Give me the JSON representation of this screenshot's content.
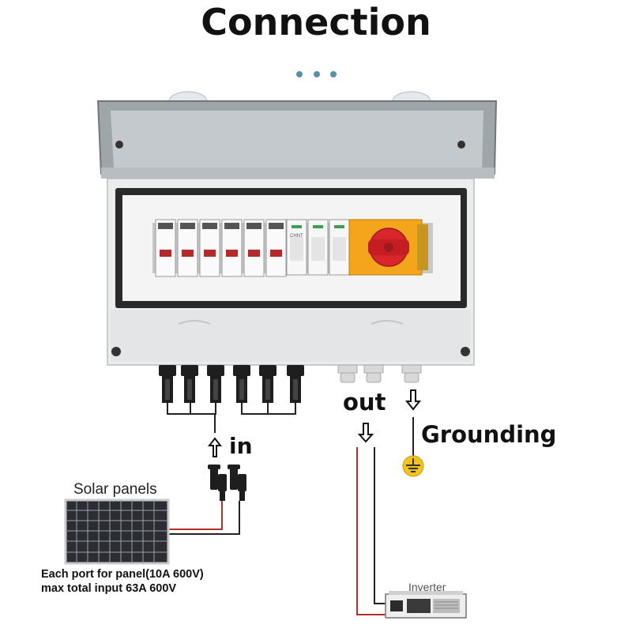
{
  "title": "Connection",
  "labels": {
    "in": "in",
    "out": "out",
    "grounding": "Grounding",
    "solar_panels": "Solar panels",
    "inverter": "Inverter"
  },
  "notes": [
    "Each port for panel(10A 600V)",
    "max total input 63A 600V"
  ],
  "device_texts": {
    "breaker_brand": "CHNT"
  },
  "colors": {
    "dot": "#5b8fa6",
    "isolator_body": "#f3a51c",
    "isolator_knob": "#d9252c",
    "ground_symbol": "#f2c21e",
    "wire_red": "#b03030",
    "wire_black": "#222222"
  },
  "icons": [
    "arrow-up-icon",
    "arrow-down-icon",
    "ground-icon",
    "ellipsis-icon"
  ]
}
